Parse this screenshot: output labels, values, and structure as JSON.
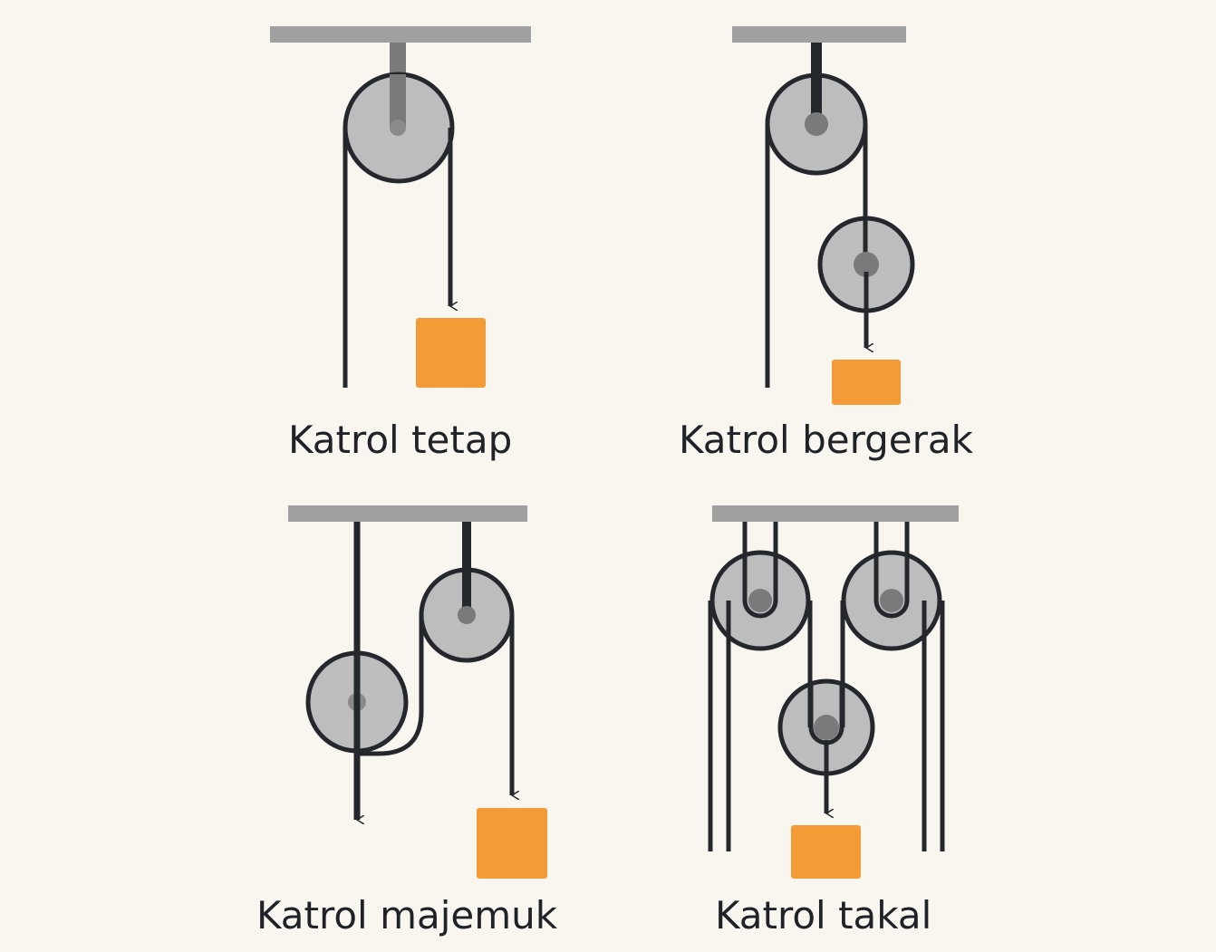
{
  "panels": [
    {
      "id": "fixed",
      "label": "Katrol tetap"
    },
    {
      "id": "movable",
      "label": "Katrol bergerak"
    },
    {
      "id": "compound",
      "label": "Katrol majemuk"
    },
    {
      "id": "block",
      "label": "Katrol takal"
    }
  ],
  "colors": {
    "background": "#f9f6f0",
    "ceiling": "#a0a0a0",
    "pulley": "#bdbdbd",
    "axle": "#7a7a7a",
    "rope": "#24282d",
    "load": "#f39b37",
    "text": "#1f2328"
  }
}
